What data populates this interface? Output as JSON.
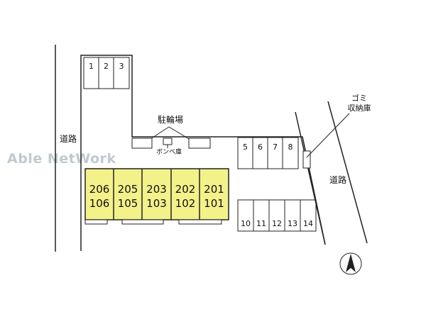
{
  "watermark": "Able NetWork",
  "roads": {
    "left": "道路",
    "right": "道路"
  },
  "labels": {
    "bicycle_parking": "駐輪場",
    "gas_cylinder_storage": "ボンベ庫",
    "garbage_line1": "ゴミ",
    "garbage_line2": "収納庫"
  },
  "parking": {
    "top": [
      "1",
      "2",
      "3"
    ],
    "middle": [
      "5",
      "6",
      "7",
      "8"
    ],
    "bottom": [
      "10",
      "11",
      "12",
      "13",
      "14"
    ]
  },
  "units": [
    {
      "upper": "206",
      "lower": "106"
    },
    {
      "upper": "205",
      "lower": "105"
    },
    {
      "upper": "203",
      "lower": "103"
    },
    {
      "upper": "202",
      "lower": "102"
    },
    {
      "upper": "201",
      "lower": "101"
    }
  ],
  "colors": {
    "building": "#f3f18a",
    "line": "#222222"
  }
}
